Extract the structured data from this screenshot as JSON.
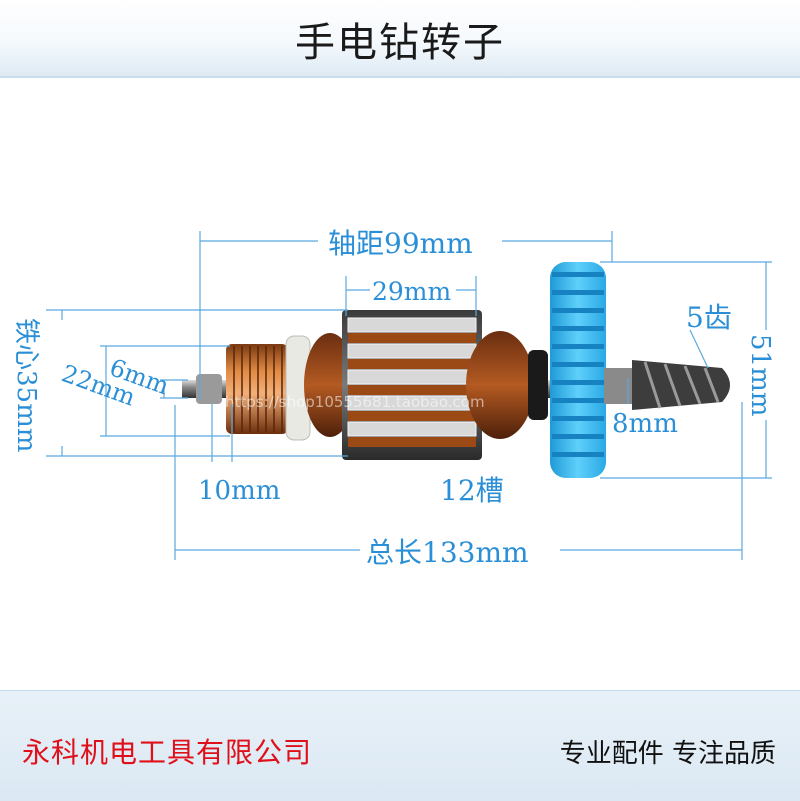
{
  "title": "手电钻转子",
  "labels": {
    "shaft_distance": "轴距99mm",
    "core_length": "29mm",
    "core_diameter": "铁心35mm",
    "commutator": "22mm",
    "shaft_dia": "6mm",
    "shaft_end": "10mm",
    "slots": "12槽",
    "teeth": "5齿",
    "gear_shaft": "8mm",
    "gear_dia": "51mm",
    "total_length": "总长133mm"
  },
  "watermark": "https://shop10555681.taobao.com",
  "footer": {
    "company": "永科机电工具有限公司",
    "slogan": "专业配件  专注品质"
  },
  "colors": {
    "dimension": "#2a8fd6",
    "company": "#e0101a",
    "gear": "#3fb8ee",
    "copper": "#b4621f"
  }
}
